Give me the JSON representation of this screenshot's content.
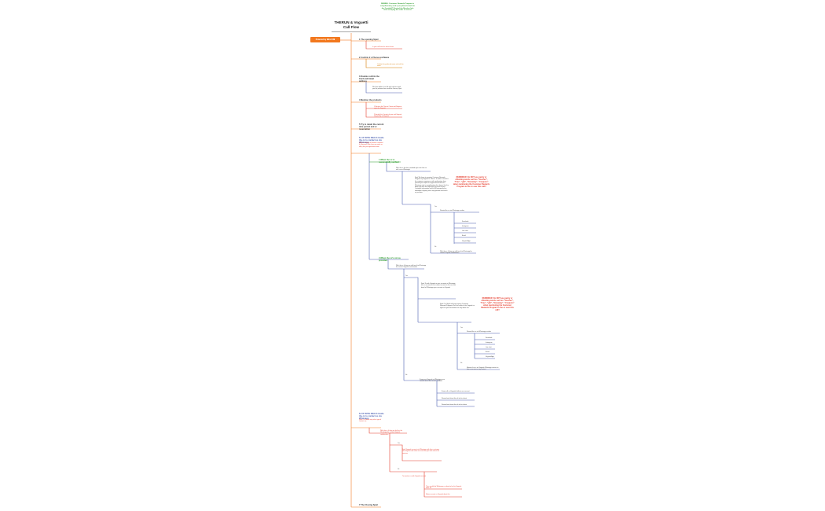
{
  "title": "THERUN & Voguetti Call Flow",
  "badge": "Powered by Mind UNI",
  "top_note": "REMIND: Customer Rewards Program is complimentary and a pre-placed coach for the Goodwill? Remind the Member Info team verifying the order is correct",
  "branches": [
    {
      "label": "1 The opening Spiel",
      "leaves": [
        "Is your call have he what of ours"
      ]
    },
    {
      "label": "2 Confirm 2 x Phone and Name",
      "leaves": [
        "Confirm the preferred name and ask the name"
      ]
    },
    {
      "label": "3 Double confirm the Card and Email address",
      "leaves": [
        "We have before it on file with and we email you the preferred we would be Grocery Sprit"
      ]
    },
    {
      "label": "4 Mention the products",
      "leaves": [
        "1 Mention the Therun Chase and Request again for Voguetti",
        "2 Identify the Contact of your and Voguetti Voguetti by at Voguetti"
      ]
    },
    {
      "label": "5 Try to retain the current time period and or reservation"
    },
    {
      "label": "6.1 IF WITH DEALS Guide the cx to contact us via Whatsapp",
      "sub": "(also it is shown of contact it wanted to Glossary: fully class are make an offer) this you agreement state"
    },
    {
      "label": "6.2 IF WITH DEALS Guide the cx to contact us via Whatsapp",
      "sub": "(also it is shown any other type of contact us)"
    },
    {
      "label": "7 The Closing Spiel"
    }
  ],
  "sub_branches": [
    {
      "label": "1 When the cx is successfully verified"
    },
    {
      "label": "2 When the cx's not as provided"
    }
  ],
  "details": [
    "With the cx for their provided right now from us with cx via Whatsapp",
    "Spiel We know to ongoing Customer Rewards Program by Voguetti or Therun. In order to assist in the customer experience with confirmation from yourself you require to support that leads over Whatsapp and a complimentary free bonus that the better pay with the Voguetti by account to your Customer information and the Whatsapp and an immediate shipping value any question and reach us just dear",
    "Remind the cx via Whatsapp number",
    "With the cx if they see shift are the Whatsapp for contact Voguetti confirmation",
    "Spiel To with Voguetti or your accounts in Whatsapp for our account to the contact account in the account detail of Whatsapp your account so Voguetti",
    "Spiel Our Stylist will just ongoing Customer Rewards Program all of the contact it the Voguetti cx agent for your information so why about this",
    "Remind the cx via Whatsapp number",
    "Mention the cx via Voguetti Whatsapp contact to their accounts as any contact",
    "Know your Voguetti cx Whatsapp your contact about this service to follow",
    "Know call us Voguetti shifts to our account",
    "Remind end about this of info to about",
    "With the cx if they are shift on the Whatsapp for contact Voguetti confirmation",
    "Spiel Voguetti account via Whatsapp with their customer with Voguetti with what we need that you think about the services",
    "To mention cx with Voguetti account",
    "Then would this Whatsapp cx about to be the Voguetti order for",
    "Notes account cx Voguetti about this"
  ],
  "options": [
    "Facebook",
    "Instagram",
    "Live chat",
    "Email",
    "Voguetti App"
  ],
  "red_notes": [
    "REMINDER: Do NOT use pushy or offending words such as \"Voucher\", \"Free\", \"gift\", \"Giveaway\", \"Coupons\" when mentioning the Customer Rewards Program to the cx over this call!!",
    "REMINDER: Do NOT use pushy or offending words such as \"Voucher\", \"Free\", \"gift\", \"Giveaway\", \"Coupons\" when mentioning the Customer Rewards Program to the cx over this call!!"
  ],
  "yes_label": "Yes",
  "no_label": "No"
}
